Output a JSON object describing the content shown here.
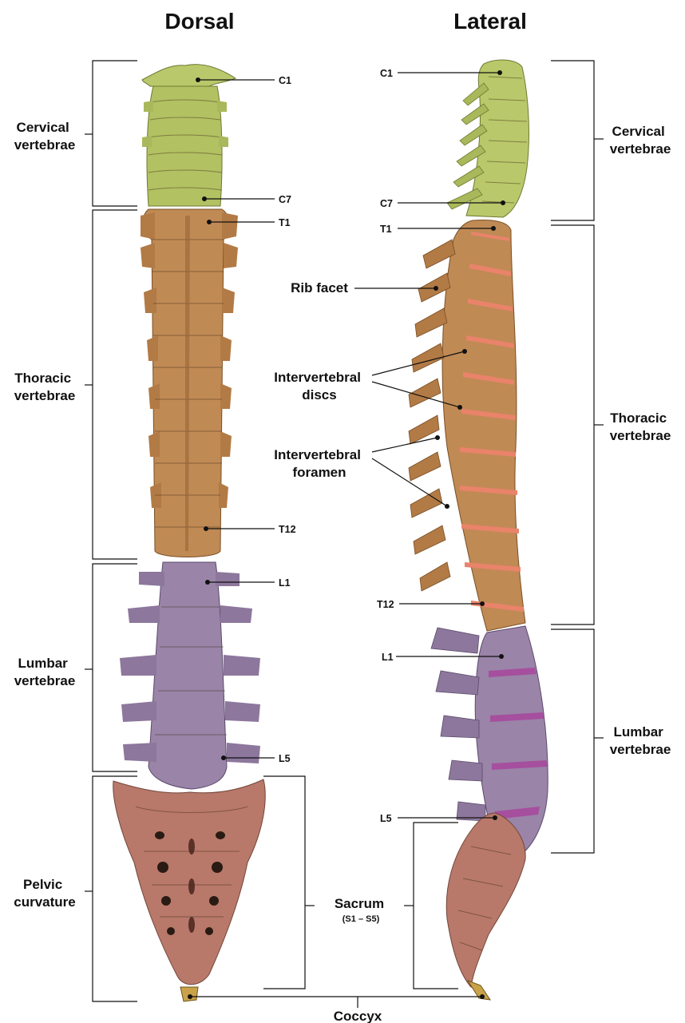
{
  "views": {
    "dorsal_title": "Dorsal",
    "lateral_title": "Lateral"
  },
  "regions": {
    "cervical": [
      "Cervical",
      "vertebrae"
    ],
    "thoracic": [
      "Thoracic",
      "vertebrae"
    ],
    "lumbar": [
      "Lumbar",
      "vertebrae"
    ],
    "pelvic": [
      "Pelvic",
      "curvature"
    ],
    "sacrum": "Sacrum",
    "sacrum_range": "(S1 – S5)",
    "coccyx": "Coccyx"
  },
  "vertebra_labels": {
    "c1": "C1",
    "c7": "C7",
    "t1": "T1",
    "t12": "T12",
    "l1": "L1",
    "l5": "L5"
  },
  "features": {
    "rib_facet": "Rib facet",
    "intervertebral_discs": [
      "Intervertebral",
      "discs"
    ],
    "intervertebral_foramen": [
      "Intervertebral",
      "foramen"
    ]
  },
  "colors": {
    "cervical": "#b9c86a",
    "thoracic": "#c08a55",
    "lumbar": "#9a84a8",
    "sacrum": "#b8796a",
    "disc_thoracic": "#e9836a",
    "disc_lumbar": "#a64f9e",
    "coccyx": "#c9a24a"
  }
}
